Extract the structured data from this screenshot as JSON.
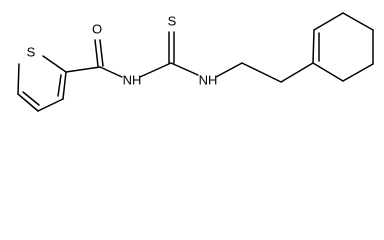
{
  "atoms": {
    "thiophene_s": "S",
    "carbonyl_o": "O",
    "amide_nh": "NH",
    "thiocarbonyl_s": "S",
    "amine_nh": "NH"
  }
}
